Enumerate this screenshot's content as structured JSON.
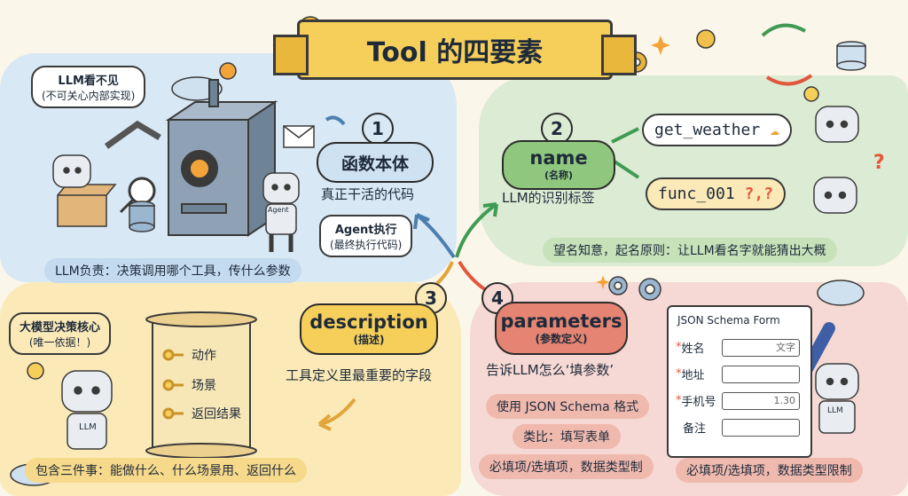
{
  "title": "Tool 的四要素",
  "q1": {
    "number": "1",
    "heading": "函数本体",
    "subtitle": "真正干活的代码",
    "bubble_line1": "LLM看不见",
    "bubble_line2": "(不可关心内部实现)",
    "agent_label": "Agent执行",
    "agent_sub": "(最终执行代码)",
    "robot_tag": "Agent",
    "footer": "LLM负责：决策调用哪个工具，传什么参数"
  },
  "q2": {
    "number": "2",
    "heading": "name",
    "heading_sub": "(名称)",
    "subtitle": "LLM的识别标签",
    "good_name": "get_weather",
    "bad_name": "func_001",
    "bad_suffix": "?‚?",
    "footer": "望名知意，起名原则：让LLM看名字就能猜出大概"
  },
  "q3": {
    "number": "3",
    "heading": "description",
    "heading_sub": "(描述)",
    "subtitle": "工具定义里最重要的字段",
    "core_line1": "大模型决策核心",
    "core_line2": "(唯一依据！)",
    "scroll_items": [
      "动作",
      "场景",
      "返回结果"
    ],
    "robot_tag": "LLM",
    "footer": "包含三件事：能做什么、什么场景用、返回什么"
  },
  "q4": {
    "number": "4",
    "heading": "parameters",
    "heading_sub": "(参数定义)",
    "subtitle": "告诉LLM怎么‘填参数’",
    "strip1": "使用 JSON Schema 格式",
    "strip2": "类比：填写表单",
    "strip3": "必填项/选填项，数据类型制",
    "footer": "必填项/选填项，数据类型限制",
    "robot_tag": "LLM",
    "form": {
      "title": "JSON Schema Form",
      "fields": [
        {
          "label": "姓名",
          "required": true,
          "value": "文字"
        },
        {
          "label": "地址",
          "required": true,
          "value": ""
        },
        {
          "label": "手机号",
          "required": true,
          "value": "1.30"
        },
        {
          "label": "备注",
          "required": false,
          "value": ""
        }
      ]
    }
  },
  "colors": {
    "blue": "#d8e8f4",
    "green": "#dcebd3",
    "yellow": "#fbeab8",
    "red": "#f6d9d4",
    "ribbon": "#f6cf5a"
  }
}
